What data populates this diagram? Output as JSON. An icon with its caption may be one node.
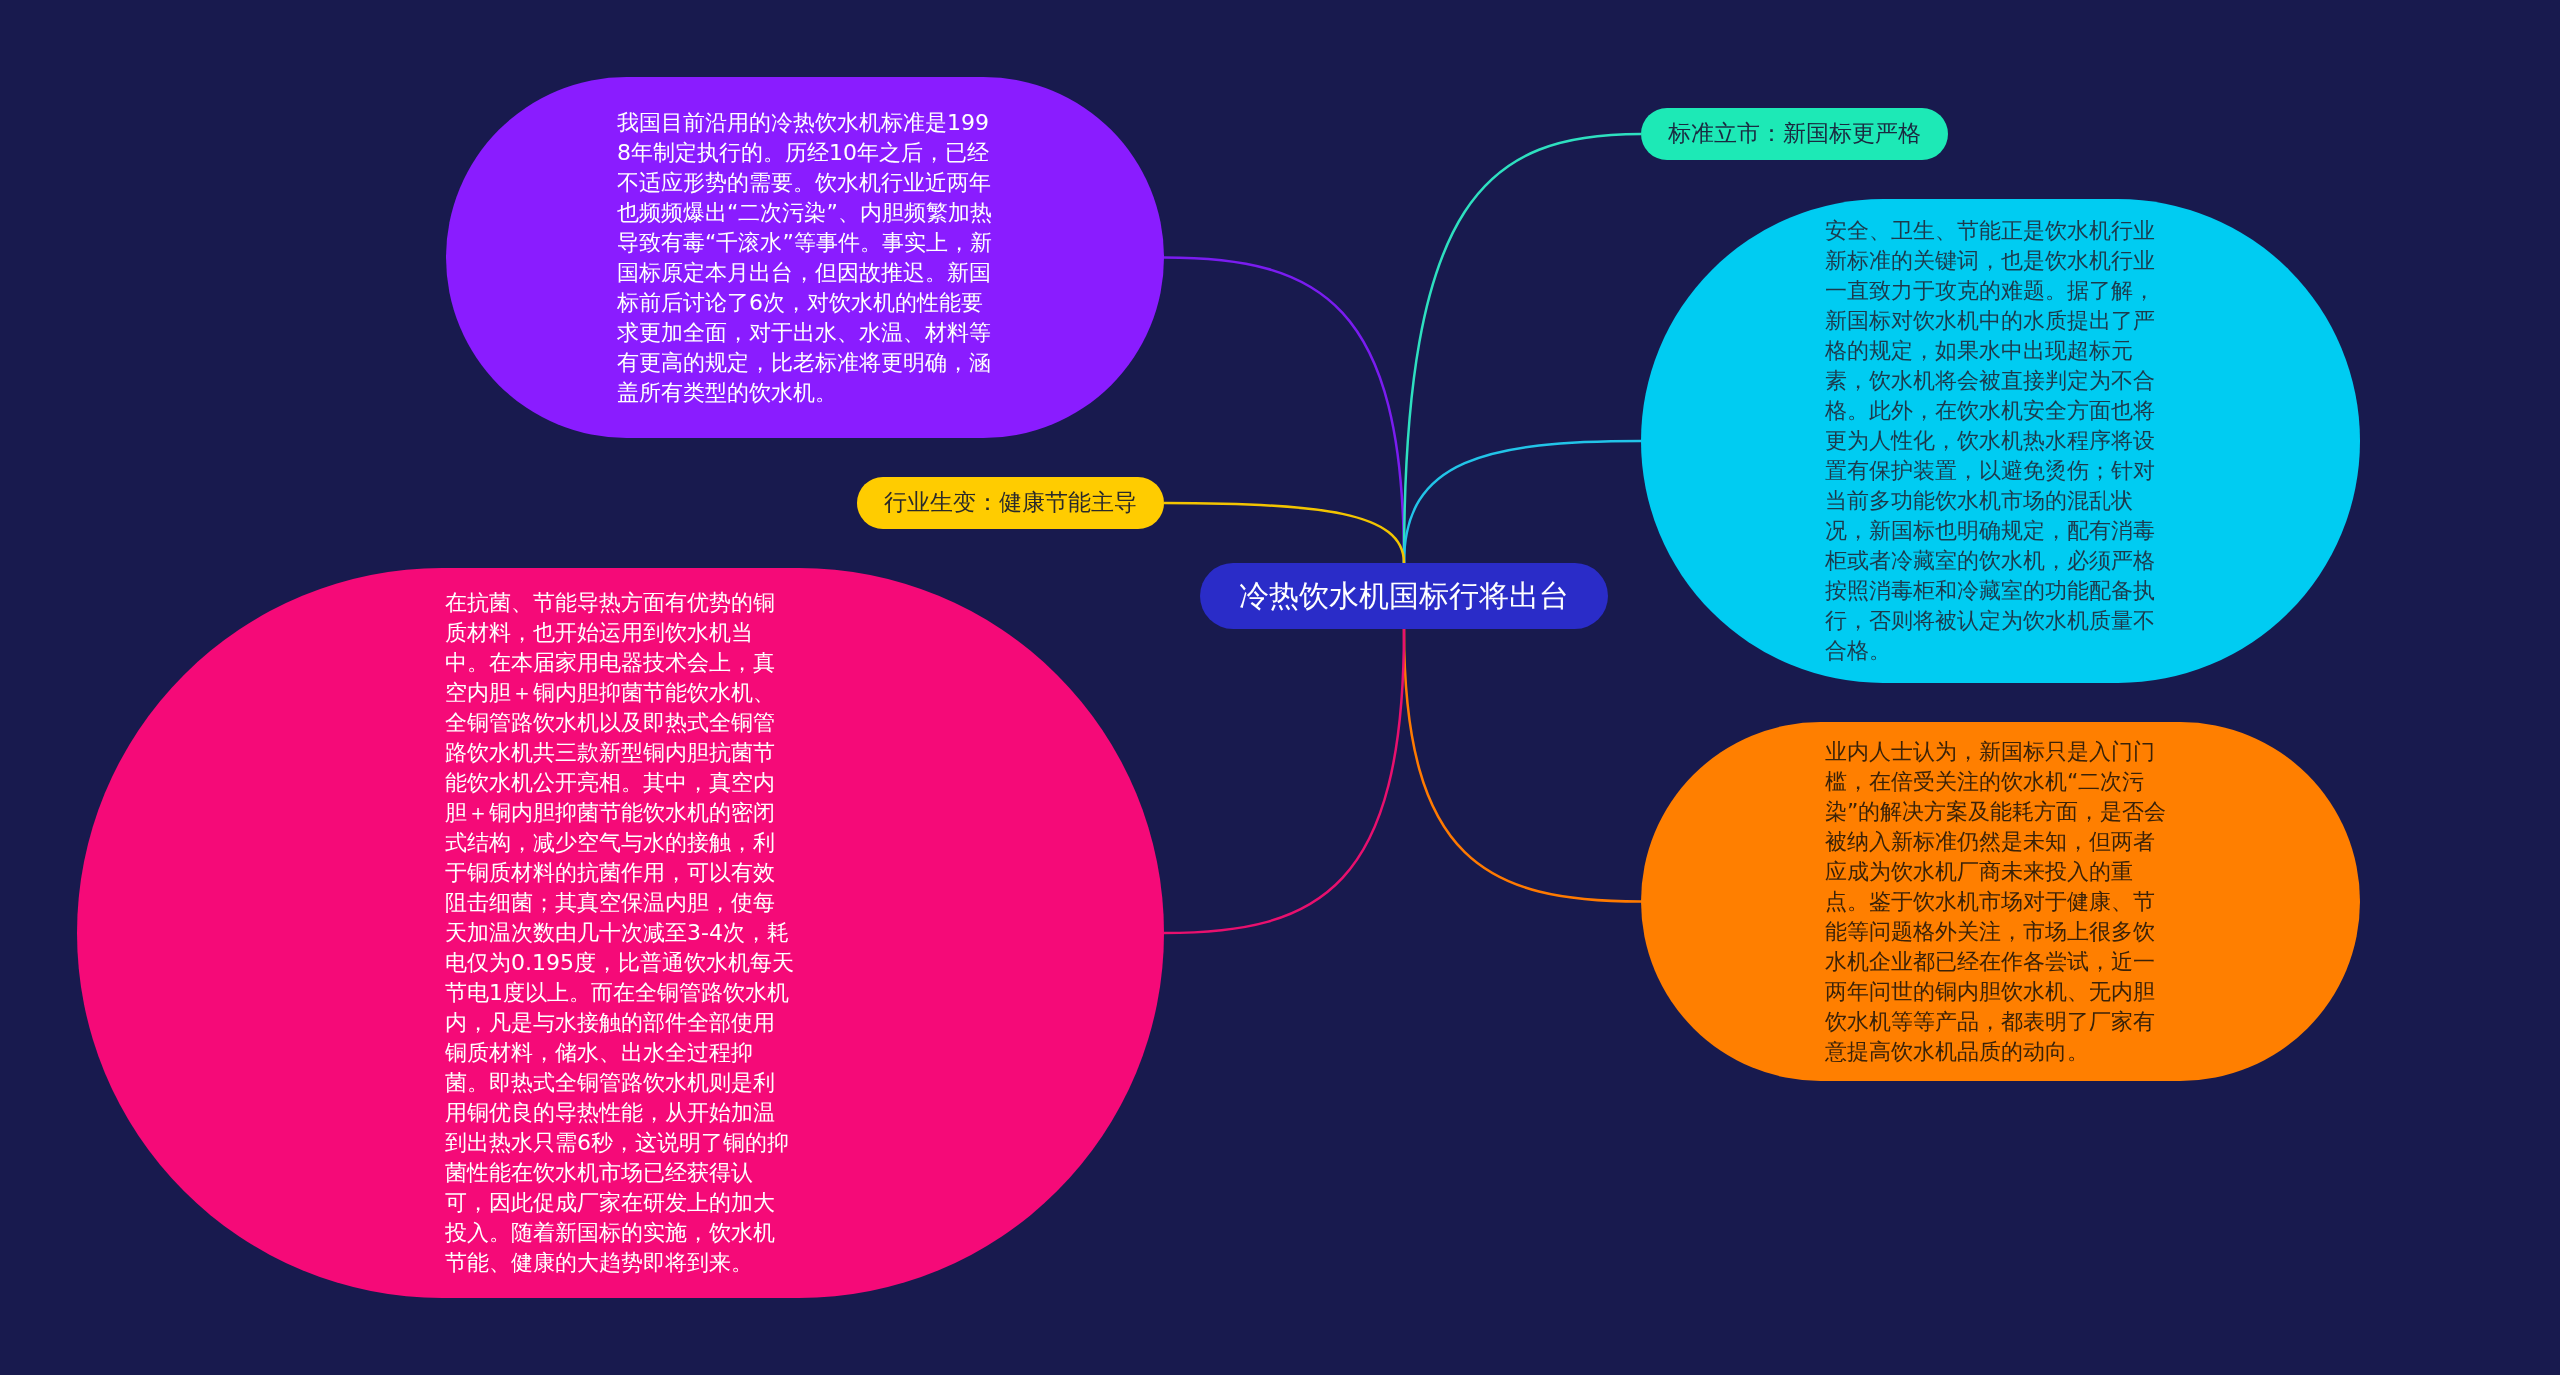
{
  "diagram": {
    "nodes": [
      {
        "text": [
          "冷热饮水机国标行将出台"
        ]
      },
      {
        "text": [
          "我国目前沿用的冷热饮水机标准是1998年制定执行的。历经10年之后，已经不适应形势的需要。饮水机行业近两年也频频爆出“二次污染”、内胆频繁加热导致有毒“千滚水”等事件。事实上，新国标原定本月出台，但因故推迟。新国标前后讨论了6次，对饮水机的性能要求更加全面，对于出水、水温、材料等有更高的规定，比老标准将更明确，涵盖所有类型的饮水机。"
        ]
      },
      {
        "text": [
          "标准立市：新国标更严格"
        ]
      },
      {
        "text": [
          "安全、卫生、节能正是饮水机行业新标准的关键词，也是饮水机行业一直致力于攻克的难题。据了解，新国标对饮水机中的水质提出了严格的规定，如果水中出现超标元素，饮水机将会被直接判定为不合格。此外，在饮水机安全方面也将更为人性化，饮水机热水程序将设置有保护装置，以避免烫伤；针对当前多功能饮水机市场的混乱状况，新国标也明确规定，配有消毒柜或者冷藏室的饮水机，必须严格按照消毒柜和冷藏室的功能配备执行，否则将被认定为饮水机质量不合格。"
        ]
      },
      {
        "text": [
          "行业生变：健康节能主导"
        ]
      },
      {
        "text": [
          "业内人士认为，新国标只是入门门槛，在倍受关注的饮水机“二次污染”的解决方案及能耗方面，是否会被纳入新标准仍然是未知，但两者应成为饮水机厂商未来投入的重点。鉴于饮水机市场对于健康、节能等问题格外关注，市场上很多饮水机企业都已经在作各尝试，近一两年问世的铜内胆饮水机、无内胆饮水机等等产品，都表明了厂家有意提高饮水机品质的动向。"
        ]
      },
      {
        "text": [
          "在抗菌、节能导热方面有优势的铜质材料，也开始运用到饮水机当中。在本届家用电器技术会上，真空内胆＋铜内胆抑菌节能饮水机、全铜管路饮水机以及即热式全铜管路饮水机共三款新型铜内胆抗菌节能饮水机公开亮相。其中，真空内胆＋铜内胆抑菌节能饮水机的密闭式结构，减少空气与水的接触，利于铜质材料的抗菌作用，可以有效阻击细菌；其真空保温内胆，使每天加温次数由几十次减至3-4次，耗电仅为0.195度，比普通饮水机每天节电1度以上。而在全铜管路饮水机内，凡是与水接触的部件全部使用铜质材料，储水、出水全过程抑菌。即热式全铜管路饮水机则是利用铜优良的导热性能，从开始加温到出热水只需6秒，这说明了铜的抑菌性能在饮水机市场已经获得认可，因此促成厂家在研发上的加大投入。随着新国标的实施，饮水机节能、健康的大趋势即将到来。"
        ]
      }
    ],
    "edges": [
      {
        "from": 0,
        "to": 1,
        "arrow": "none",
        "color": "#7a1cf0"
      },
      {
        "from": 0,
        "to": 2,
        "arrow": "none",
        "color": "#2ee0c0"
      },
      {
        "from": 0,
        "to": 3,
        "arrow": "none",
        "color": "#22c4e8"
      },
      {
        "from": 0,
        "to": 4,
        "arrow": "none",
        "color": "#f2c400"
      },
      {
        "from": 0,
        "to": 5,
        "arrow": "none",
        "color": "#ff7a00"
      },
      {
        "from": 0,
        "to": 6,
        "arrow": "none",
        "color": "#e8106e"
      }
    ]
  }
}
